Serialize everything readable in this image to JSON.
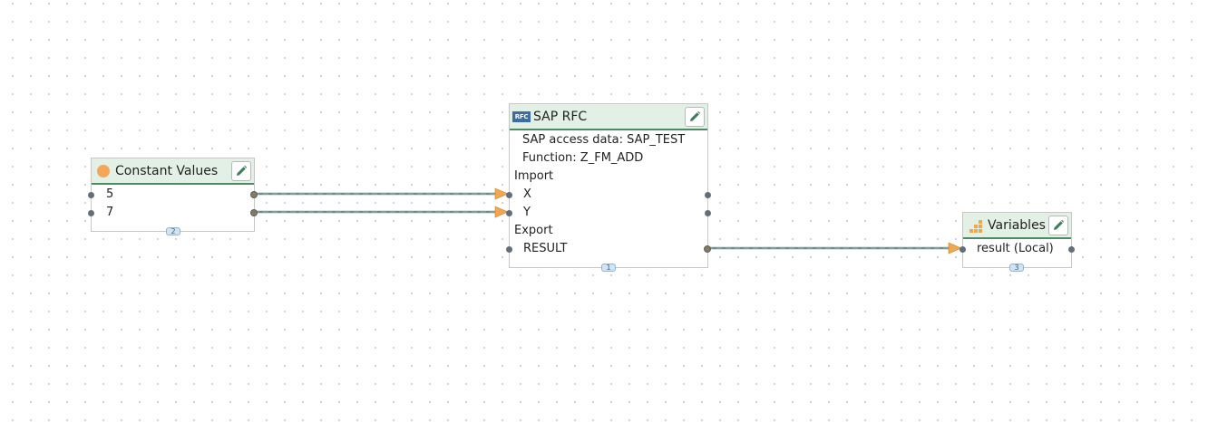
{
  "nodes": {
    "constant_values": {
      "title": "Constant Values",
      "rows": [
        "5",
        "7"
      ],
      "badge": "2"
    },
    "sap_rfc": {
      "icon_label": "RFC",
      "title": "SAP RFC",
      "access_data": "SAP access data: SAP_TEST",
      "function": "Function: Z_FM_ADD",
      "import_label": "Import",
      "import_rows": [
        "X",
        "Y"
      ],
      "export_label": "Export",
      "export_rows": [
        "RESULT"
      ],
      "badge": "1"
    },
    "variables": {
      "title": "Variables",
      "rows": [
        "result (Local)"
      ],
      "badge": "3"
    }
  },
  "colors": {
    "header_bg": "#e3f0e6",
    "header_border": "#4a8c63",
    "wire": "#6f8a88",
    "arrow": "#f0a850",
    "port": "#636e78",
    "constant_icon": "#f4a65a",
    "rfc_icon": "#3a6ea5"
  },
  "icons": {
    "edit": "pencil-icon",
    "constant": "circle-icon",
    "rfc": "rfc-icon",
    "variables": "bar-stack-icon"
  }
}
